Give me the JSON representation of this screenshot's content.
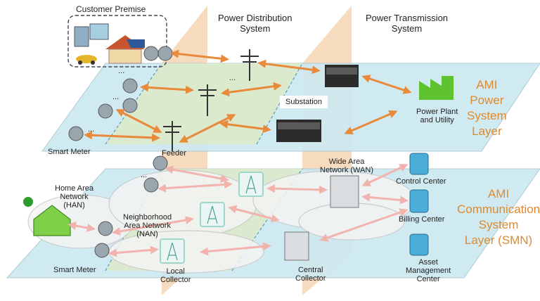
{
  "labels": {
    "customer_premise": "Customer Premise",
    "power_distribution": [
      "Power Distribution",
      "System"
    ],
    "power_transmission": [
      "Power Transmission",
      "System"
    ],
    "substation": "Substation",
    "power_plant": [
      "Power Plant",
      "and Utility"
    ],
    "smart_meter_top": "Smart Meter",
    "feeder": "Feeder",
    "han": [
      "Home Area",
      "Network",
      "(HAN)"
    ],
    "nan": [
      "Neighborhood",
      "Area Network",
      "(NAN)"
    ],
    "wan": [
      "Wide Area",
      "Network (WAN)"
    ],
    "control_center": "Control Center",
    "billing_center": "Billing Center",
    "asset_center": [
      "Asset",
      "Management",
      "Center"
    ],
    "smart_meter_bottom": "Smart Meter",
    "local_collector": [
      "Local",
      "Collector"
    ],
    "central_collector": [
      "Central",
      "Collector"
    ],
    "dots": "..."
  },
  "layers": {
    "power": [
      "AMI",
      "Power",
      "System",
      "Layer"
    ],
    "comm": [
      "AMI",
      "Communication",
      "System",
      "Layer (SMN)"
    ]
  },
  "colors": {
    "plane": "#cde9f1",
    "divider": "#f6d7b8",
    "green": "#dde9c6",
    "arrow": "#e88a3a",
    "pink_arrow": "#f2b3ae",
    "layer_text": "#e08a2c",
    "plant": "#5fc22f"
  }
}
